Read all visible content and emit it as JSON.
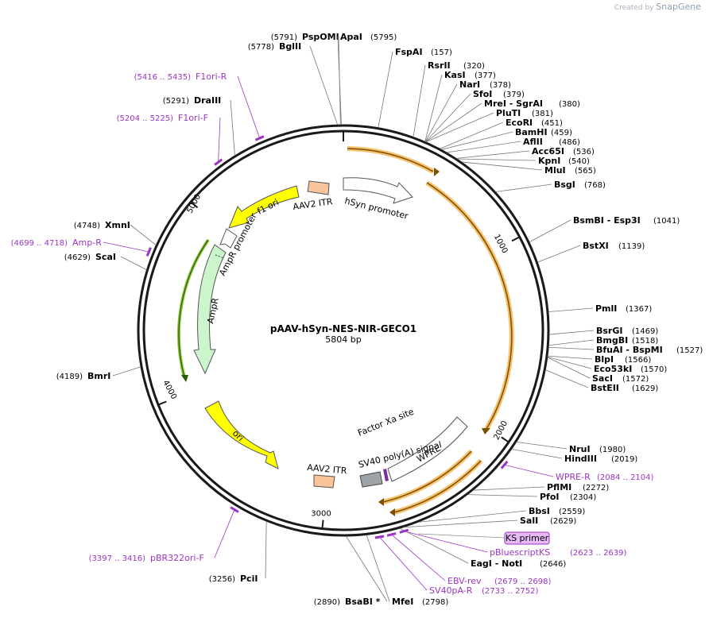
{
  "watermark": {
    "created_by": "Created by",
    "brand": "SnapGene"
  },
  "plasmid": {
    "name": "pAAV-hSyn-NES-NIR-GECO1",
    "length_label": "5804 bp",
    "length": 5804
  },
  "ticks": [
    {
      "pos": 1000,
      "label": "1000"
    },
    {
      "pos": 2000,
      "label": "2000"
    },
    {
      "pos": 3000,
      "label": "3000"
    },
    {
      "pos": 4000,
      "label": "4000"
    },
    {
      "pos": 5000,
      "label": "5000"
    }
  ],
  "enzymes": [
    {
      "name": "PspOMI",
      "pos": "(5791)",
      "bp": 5791,
      "side": "left"
    },
    {
      "name": "BglII",
      "pos": "(5778)",
      "bp": 5778,
      "side": "left"
    },
    {
      "name": "ApaI",
      "pos": "(5795)",
      "bp": 5795,
      "side": "right"
    },
    {
      "name": "FspAI",
      "pos": "(157)",
      "bp": 157,
      "side": "right"
    },
    {
      "name": "RsrII",
      "pos": "(320)",
      "bp": 320,
      "side": "right"
    },
    {
      "name": "KasI",
      "pos": "(377)",
      "bp": 377,
      "side": "right"
    },
    {
      "name": "NarI",
      "pos": "(378)",
      "bp": 378,
      "side": "right"
    },
    {
      "name": "SfoI",
      "pos": "(379)",
      "bp": 379,
      "side": "right"
    },
    {
      "name": "MreI - SgrAI",
      "pos": "(380)",
      "bp": 380,
      "side": "right"
    },
    {
      "name": "PluTI",
      "pos": "(381)",
      "bp": 381,
      "side": "right"
    },
    {
      "name": "EcoRI",
      "pos": "(451)",
      "bp": 451,
      "side": "right"
    },
    {
      "name": "BamHI",
      "pos": "(459)",
      "bp": 459,
      "side": "right"
    },
    {
      "name": "AflII",
      "pos": "(486)",
      "bp": 486,
      "side": "right"
    },
    {
      "name": "Acc65I",
      "pos": "(536)",
      "bp": 536,
      "side": "right"
    },
    {
      "name": "KpnI",
      "pos": "(540)",
      "bp": 540,
      "side": "right"
    },
    {
      "name": "MluI",
      "pos": "(565)",
      "bp": 565,
      "side": "right"
    },
    {
      "name": "BsgI",
      "pos": "(768)",
      "bp": 768,
      "side": "right"
    },
    {
      "name": "BsmBI - Esp3I",
      "pos": "(1041)",
      "bp": 1041,
      "side": "right"
    },
    {
      "name": "BstXI",
      "pos": "(1139)",
      "bp": 1139,
      "side": "right"
    },
    {
      "name": "PmlI",
      "pos": "(1367)",
      "bp": 1367,
      "side": "right"
    },
    {
      "name": "BsrGI",
      "pos": "(1469)",
      "bp": 1469,
      "side": "right"
    },
    {
      "name": "BmgBI",
      "pos": "(1518)",
      "bp": 1518,
      "side": "right"
    },
    {
      "name": "BfuAI - BspMI",
      "pos": "(1527)",
      "bp": 1527,
      "side": "right"
    },
    {
      "name": "BlpI",
      "pos": "(1566)",
      "bp": 1566,
      "side": "right"
    },
    {
      "name": "Eco53kI",
      "pos": "(1570)",
      "bp": 1570,
      "side": "right"
    },
    {
      "name": "SacI",
      "pos": "(1572)",
      "bp": 1572,
      "side": "right"
    },
    {
      "name": "BstEII",
      "pos": "(1629)",
      "bp": 1629,
      "side": "right"
    },
    {
      "name": "NruI",
      "pos": "(1980)",
      "bp": 1980,
      "side": "right"
    },
    {
      "name": "HindIII",
      "pos": "(2019)",
      "bp": 2019,
      "side": "right"
    },
    {
      "name": "PflMI",
      "pos": "(2272)",
      "bp": 2272,
      "side": "right"
    },
    {
      "name": "PfoI",
      "pos": "(2304)",
      "bp": 2304,
      "side": "right"
    },
    {
      "name": "BbsI",
      "pos": "(2559)",
      "bp": 2559,
      "side": "right"
    },
    {
      "name": "SalI",
      "pos": "(2629)",
      "bp": 2629,
      "side": "right"
    },
    {
      "name": "EagI - NotI",
      "pos": "(2646)",
      "bp": 2646,
      "side": "right"
    },
    {
      "name": "MfeI",
      "pos": "(2798)",
      "bp": 2798,
      "side": "right"
    },
    {
      "name": "BsaBI *",
      "pos": "(2890)",
      "bp": 2890,
      "side": "left"
    },
    {
      "name": "PciI",
      "pos": "(3256)",
      "bp": 3256,
      "side": "left"
    },
    {
      "name": "BmrI",
      "pos": "(4189)",
      "bp": 4189,
      "side": "left"
    },
    {
      "name": "ScaI",
      "pos": "(4629)",
      "bp": 4629,
      "side": "left"
    },
    {
      "name": "XmnI",
      "pos": "(4748)",
      "bp": 4748,
      "side": "left"
    },
    {
      "name": "DraIII",
      "pos": "(5291)",
      "bp": 5291,
      "side": "left"
    }
  ],
  "primers": [
    {
      "name": "F1ori-R",
      "range": "(5416 .. 5435)",
      "bp": 5425,
      "side": "left"
    },
    {
      "name": "F1ori-F",
      "range": "(5204 .. 5225)",
      "bp": 5214,
      "side": "left"
    },
    {
      "name": "Amp-R",
      "range": "(4699 .. 4718)",
      "bp": 4708,
      "side": "left"
    },
    {
      "name": "WPRE-R",
      "range": "(2084 .. 2104)",
      "bp": 2094,
      "side": "right"
    },
    {
      "name": "pBluescriptKS",
      "range": "(2623 .. 2639)",
      "bp": 2631,
      "side": "right"
    },
    {
      "name": "EBV-rev",
      "range": "(2679 .. 2698)",
      "bp": 2688,
      "side": "right"
    },
    {
      "name": "SV40pA-R",
      "range": "(2733 .. 2752)",
      "bp": 2742,
      "side": "right"
    },
    {
      "name": "pBR322ori-F",
      "range": "(3397 .. 3416)",
      "bp": 3406,
      "side": "left"
    }
  ],
  "ks_primer": {
    "label": "KS primer"
  },
  "features": [
    {
      "label": "AAV2 ITR"
    },
    {
      "label": "hSyn promoter"
    },
    {
      "label": "f1 ori"
    },
    {
      "label": "AmpR promoter"
    },
    {
      "label": "AmpR"
    },
    {
      "label": "ori"
    },
    {
      "label": "AAV2 ITR"
    },
    {
      "label": "SV40 poly(A) signal"
    },
    {
      "label": "Factor Xa site"
    },
    {
      "label": "WPRE"
    }
  ],
  "colors": {
    "backbone": "#1a1a1a",
    "orf_orange": "#f5c16c",
    "itr": "#f9c49a",
    "f1ori": "#ffff00",
    "ampr": "#ccf5cc",
    "ampr_promoter": "#ffffff",
    "primer": "#9b35c5",
    "feature_outline": "#555555"
  }
}
